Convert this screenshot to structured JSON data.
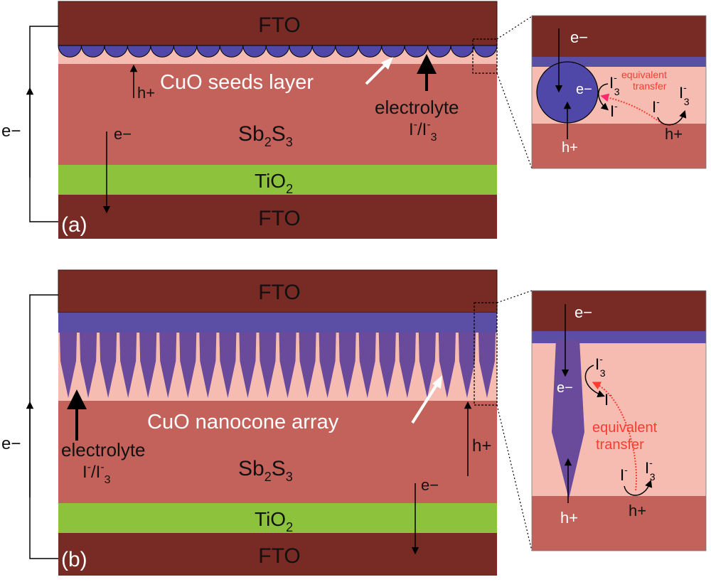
{
  "colors": {
    "fto": "#782b24",
    "seed": "#4f48a8",
    "sb2s3": "#c3625b",
    "tio2": "#8dc33c",
    "electrolyte": "#f6bcb2",
    "layer_blue": "#5a4fa5",
    "cone": "#6a4a9b",
    "accent_red": "#ff3b30",
    "pink_arrow": "#ff2a6d",
    "line": "#000000"
  },
  "panel_a": {
    "fto_top": "FTO",
    "fto_bottom": "FTO",
    "seeds_label": "CuO seeds layer",
    "sb2s3_main": "Sb",
    "sb2s3_sub1": "2",
    "sb2s3_s": "S",
    "sb2s3_sub2": "3",
    "tio2_main": "TiO",
    "tio2_sub": "2",
    "panel_label": "(a)",
    "circuit_e": "e−",
    "h_plus": "h+",
    "e_minus": "e−",
    "electrolyte_label": "electrolyte",
    "redox_i": "I",
    "redox_sup": "-",
    "redox_slash": "/I",
    "redox_sup2": "-",
    "redox_sub": "3"
  },
  "zoom_a": {
    "e_top": "e−",
    "e_mid": "e−",
    "h_bottom": "h+",
    "h_right": "h+",
    "i3_main": "I",
    "i3_sup": "-",
    "i3_sub": "3",
    "i_left": "I",
    "i_left_sup": "-",
    "i_pair": "I",
    "i_pair_sup": "-",
    "i3b_main": "I",
    "i3b_sup": "-",
    "i3b_sub": "3",
    "equivalent": "equivalent",
    "transfer": "transfer"
  },
  "panel_b": {
    "fto_top": "FTO",
    "fto_bottom": "FTO",
    "cone_label": "CuO nanocone array",
    "sb2s3_main": "Sb",
    "sb2s3_sub1": "2",
    "sb2s3_s": "S",
    "sb2s3_sub2": "3",
    "tio2_main": "TiO",
    "tio2_sub": "2",
    "panel_label": "(b)",
    "circuit_e": "e−",
    "h_plus": "h+",
    "e_minus": "e−",
    "electrolyte_label": "electrolyte",
    "redox_i": "I",
    "redox_sup": "-",
    "redox_slash": "/I",
    "redox_sup2": "-",
    "redox_sub": "3"
  },
  "zoom_b": {
    "e_top": "e−",
    "e_mid": "e−",
    "h_bottom": "h+",
    "h_right": "h+",
    "i3_main": "I",
    "i3_sup": "-",
    "i3_sub": "3",
    "i_left": "I",
    "i_left_sup": "-",
    "i_pair": "I",
    "i_pair_sup": "-",
    "i3b_main": "I",
    "i3b_sup": "-",
    "i3b_sub": "3",
    "equivalent": "equivalent",
    "transfer": "transfer"
  }
}
